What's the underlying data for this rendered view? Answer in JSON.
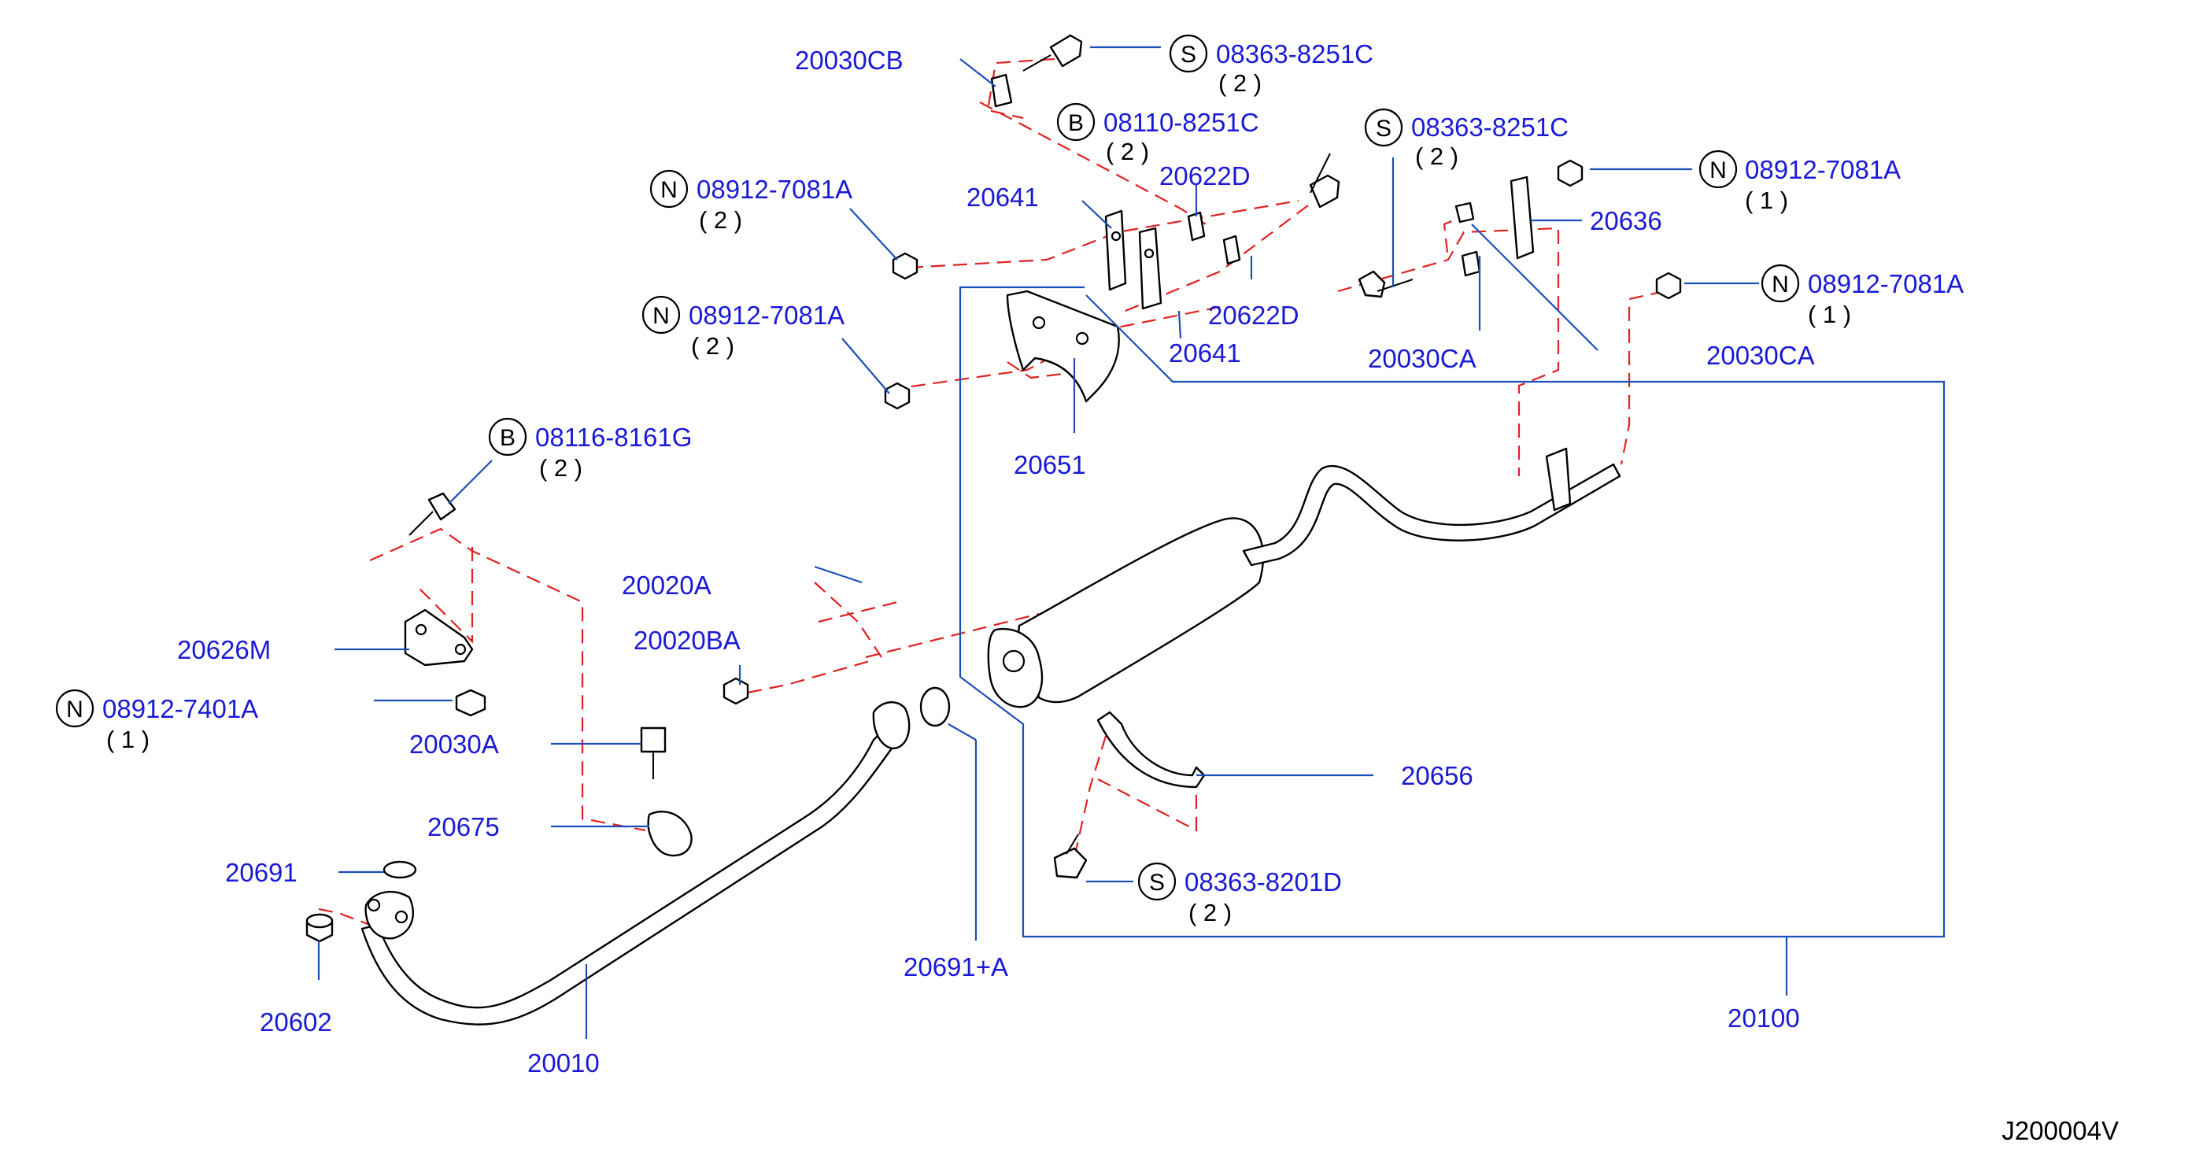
{
  "diagram_code": "J200004V",
  "labels": {
    "p20030CB": "20030CB",
    "s08363_8251C_a": "08363-8251C",
    "s08363_8251C_a_qty": "( 2 )",
    "b08110_8251C": "08110-8251C",
    "b08110_8251C_qty": "( 2 )",
    "s08363_8251C_b": "08363-8251C",
    "s08363_8251C_b_qty": "( 2 )",
    "n08912_7081A_a": "08912-7081A",
    "n08912_7081A_a_qty": "( 2 )",
    "p20641_a": "20641",
    "p20622D_a": "20622D",
    "n08912_7081A_r1": "08912-7081A",
    "n08912_7081A_r1_qty": "( 1 )",
    "p20636": "20636",
    "n08912_7081A_r2": "08912-7081A",
    "n08912_7081A_r2_qty": "( 1 )",
    "n08912_7081A_b": "08912-7081A",
    "n08912_7081A_b_qty": "( 2 )",
    "p20622D_b": "20622D",
    "p20641_b": "20641",
    "p20030CA_a": "20030CA",
    "p20030CA_b": "20030CA",
    "p20651": "20651",
    "b08116_8161G": "08116-8161G",
    "b08116_8161G_qty": "( 2 )",
    "p20020A": "20020A",
    "p20020BA": "20020BA",
    "p20626M": "20626M",
    "n08912_7401A": "08912-7401A",
    "n08912_7401A_qty": "( 1 )",
    "p20030A": "20030A",
    "p20656": "20656",
    "p20675": "20675",
    "p20691": "20691",
    "s08363_8201D": "08363-8201D",
    "s08363_8201D_qty": "( 2 )",
    "p20691A": "20691+A",
    "p20602": "20602",
    "p20010": "20010",
    "p20100": "20100"
  },
  "prefixes": {
    "s": "S",
    "b": "B",
    "n": "N"
  },
  "colors": {
    "label": "#1a1ad6",
    "leader": "#1a4fb8",
    "assembly_dash": "#e02020",
    "part_outline": "#000000",
    "background": "#ffffff"
  }
}
